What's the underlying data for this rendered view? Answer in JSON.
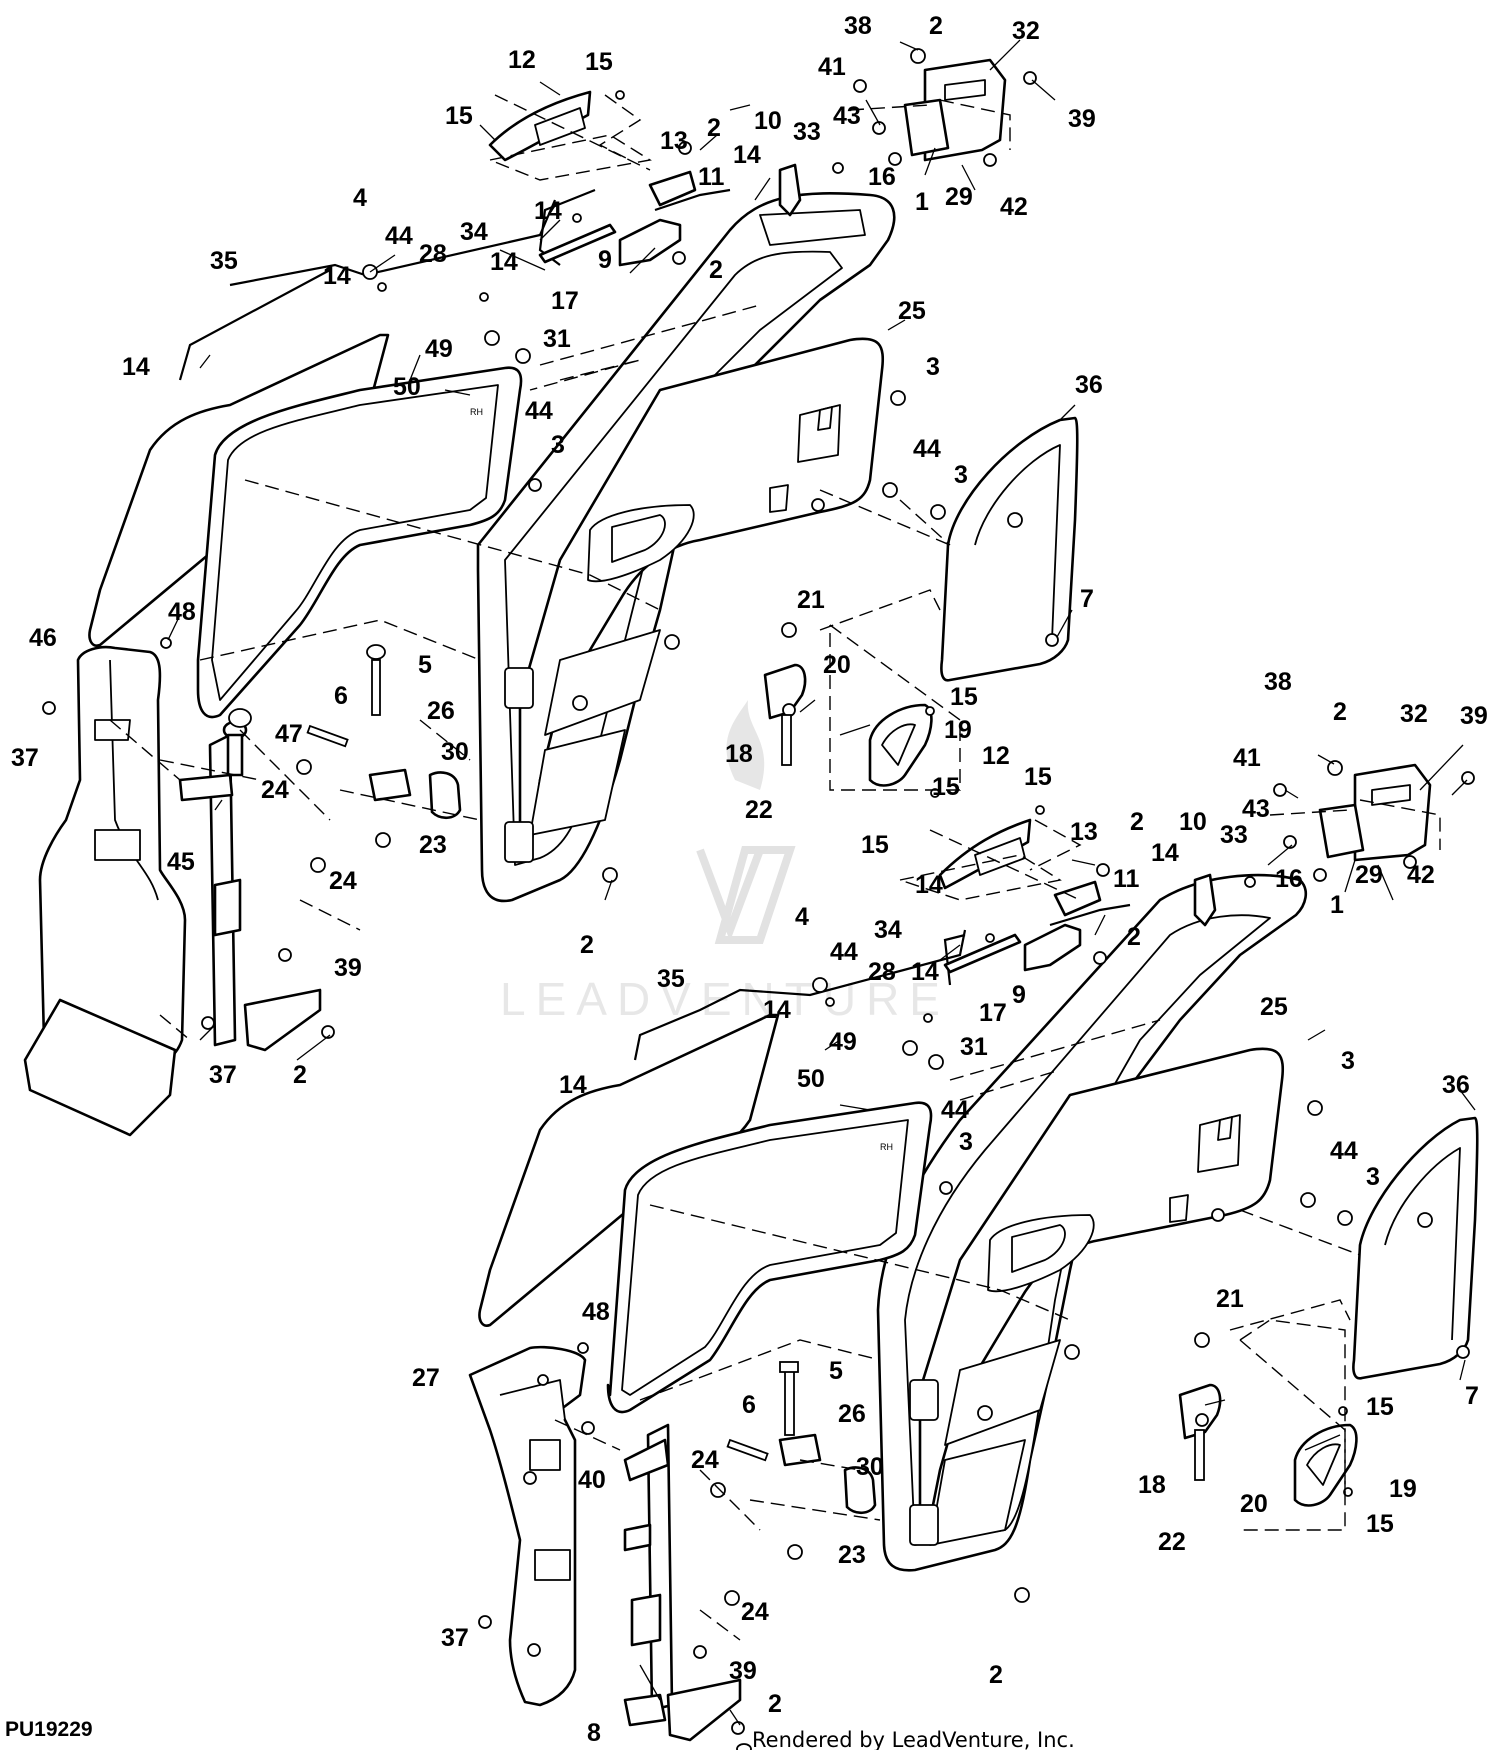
{
  "figure_id": "PU19229",
  "credit": "Rendered by LeadVenture, Inc.",
  "watermark": "LEADVENTURE",
  "callouts": [
    {
      "label": "38"
    },
    {
      "label": "2"
    },
    {
      "label": "32"
    },
    {
      "label": "12"
    },
    {
      "label": "15"
    },
    {
      "label": "41"
    },
    {
      "label": "39"
    },
    {
      "label": "15"
    },
    {
      "label": "43"
    },
    {
      "label": "13"
    },
    {
      "label": "33"
    },
    {
      "label": "2"
    },
    {
      "label": "10"
    },
    {
      "label": "14"
    },
    {
      "label": "11"
    },
    {
      "label": "16"
    },
    {
      "label": "1"
    },
    {
      "label": "29"
    },
    {
      "label": "42"
    },
    {
      "label": "14"
    },
    {
      "label": "4"
    },
    {
      "label": "44"
    },
    {
      "label": "34"
    },
    {
      "label": "9"
    },
    {
      "label": "2"
    },
    {
      "label": "35"
    },
    {
      "label": "28"
    },
    {
      "label": "14"
    },
    {
      "label": "14"
    },
    {
      "label": "17"
    },
    {
      "label": "25"
    },
    {
      "label": "31"
    },
    {
      "label": "49"
    },
    {
      "label": "14"
    },
    {
      "label": "3"
    },
    {
      "label": "50"
    },
    {
      "label": "44"
    },
    {
      "label": "36"
    },
    {
      "label": "3"
    },
    {
      "label": "44"
    },
    {
      "label": "3"
    },
    {
      "label": "7"
    },
    {
      "label": "48"
    },
    {
      "label": "46"
    },
    {
      "label": "21"
    },
    {
      "label": "20"
    },
    {
      "label": "37"
    },
    {
      "label": "5"
    },
    {
      "label": "15"
    },
    {
      "label": "6"
    },
    {
      "label": "26"
    },
    {
      "label": "19"
    },
    {
      "label": "47"
    },
    {
      "label": "30"
    },
    {
      "label": "18"
    },
    {
      "label": "24"
    },
    {
      "label": "22"
    },
    {
      "label": "23"
    },
    {
      "label": "45"
    },
    {
      "label": "24"
    },
    {
      "label": "2"
    },
    {
      "label": "39"
    },
    {
      "label": "37"
    },
    {
      "label": "2"
    },
    {
      "label": "38"
    },
    {
      "label": "2"
    },
    {
      "label": "32"
    },
    {
      "label": "39"
    },
    {
      "label": "41"
    },
    {
      "label": "12"
    },
    {
      "label": "15"
    },
    {
      "label": "15"
    },
    {
      "label": "2"
    },
    {
      "label": "13"
    },
    {
      "label": "43"
    },
    {
      "label": "10"
    },
    {
      "label": "33"
    },
    {
      "label": "14"
    },
    {
      "label": "15"
    },
    {
      "label": "11"
    },
    {
      "label": "16"
    },
    {
      "label": "1"
    },
    {
      "label": "29"
    },
    {
      "label": "42"
    },
    {
      "label": "14"
    },
    {
      "label": "4"
    },
    {
      "label": "34"
    },
    {
      "label": "2"
    },
    {
      "label": "44"
    },
    {
      "label": "28"
    },
    {
      "label": "14"
    },
    {
      "label": "9"
    },
    {
      "label": "35"
    },
    {
      "label": "17"
    },
    {
      "label": "14"
    },
    {
      "label": "25"
    },
    {
      "label": "49"
    },
    {
      "label": "31"
    },
    {
      "label": "3"
    },
    {
      "label": "50"
    },
    {
      "label": "14"
    },
    {
      "label": "44"
    },
    {
      "label": "36"
    },
    {
      "label": "3"
    },
    {
      "label": "44"
    },
    {
      "label": "3"
    },
    {
      "label": "48"
    },
    {
      "label": "21"
    },
    {
      "label": "27"
    },
    {
      "label": "5"
    },
    {
      "label": "7"
    },
    {
      "label": "6"
    },
    {
      "label": "26"
    },
    {
      "label": "15"
    },
    {
      "label": "40"
    },
    {
      "label": "24"
    },
    {
      "label": "30"
    },
    {
      "label": "18"
    },
    {
      "label": "19"
    },
    {
      "label": "20"
    },
    {
      "label": "15"
    },
    {
      "label": "22"
    },
    {
      "label": "23"
    },
    {
      "label": "24"
    },
    {
      "label": "37"
    },
    {
      "label": "39"
    },
    {
      "label": "2"
    },
    {
      "label": "2"
    },
    {
      "label": "8"
    }
  ]
}
